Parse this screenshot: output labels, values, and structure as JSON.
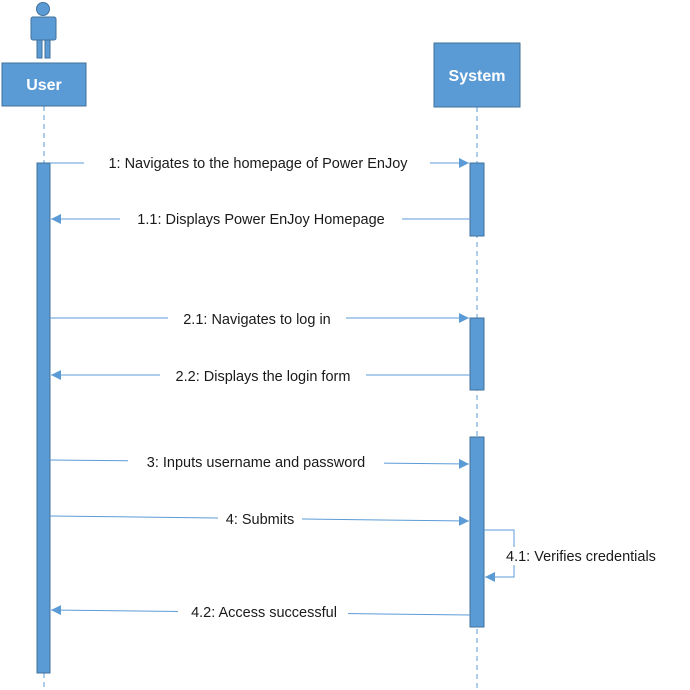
{
  "participants": {
    "user": {
      "label": "User"
    },
    "system": {
      "label": "System"
    }
  },
  "messages": [
    {
      "label": "1: Navigates to the homepage of Power EnJoy",
      "direction": "user-to-system"
    },
    {
      "label": "1.1: Displays Power EnJoy Homepage",
      "direction": "system-to-user"
    },
    {
      "label": "2.1: Navigates to log in",
      "direction": "user-to-system"
    },
    {
      "label": "2.2: Displays the login form",
      "direction": "system-to-user"
    },
    {
      "label": "3: Inputs username and password",
      "direction": "user-to-system"
    },
    {
      "label": "4: Submits",
      "direction": "user-to-system"
    },
    {
      "label": "4.1: Verifies credentials",
      "direction": "self-system"
    },
    {
      "label": "4.2:  Access successful",
      "direction": "system-to-user"
    }
  ],
  "colors": {
    "box_fill": "#5B9BD5",
    "box_stroke": "#41719C",
    "line": "#5B9BD5",
    "text": "#1a1a1a"
  }
}
